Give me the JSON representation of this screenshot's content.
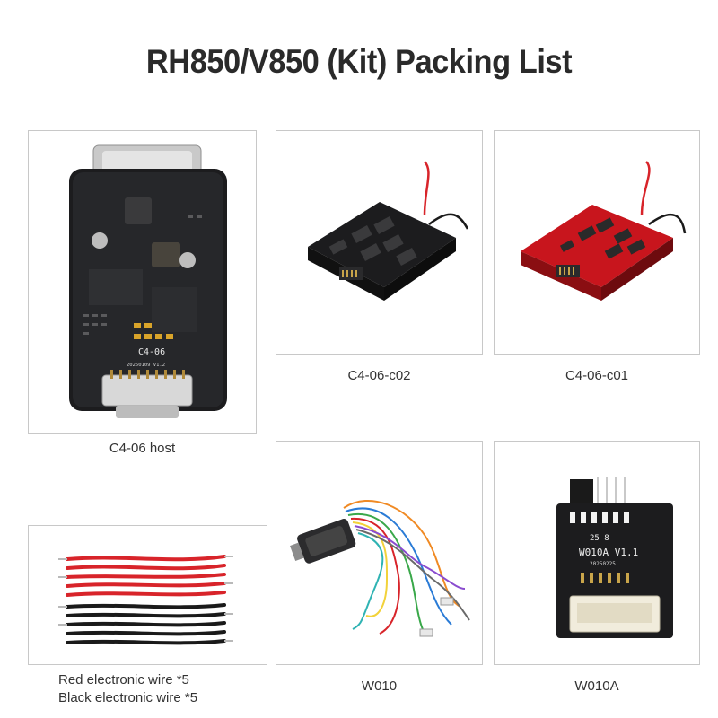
{
  "title": "RH850/V850 (Kit) Packing List",
  "items": [
    {
      "label": "C4-06 host"
    },
    {
      "label": "C4-06-c02"
    },
    {
      "label": "C4-06-c01"
    },
    {
      "label": "Red electronic wire *5",
      "label2": "Black electronic wire *5"
    },
    {
      "label": "W010"
    },
    {
      "label": "W010A"
    }
  ],
  "board_text": {
    "host_model": "C4-06",
    "host_date": "20250109 V1.2",
    "w010a_model": "W010A V1.1",
    "w010a_date": "20250225",
    "w010a_num": "25 8"
  },
  "colors": {
    "board_black": "#1c1c1e",
    "board_red": "#c8151d",
    "wire_red": "#d8242a",
    "wire_black": "#1a1a1a",
    "border": "#c8c8c8"
  }
}
